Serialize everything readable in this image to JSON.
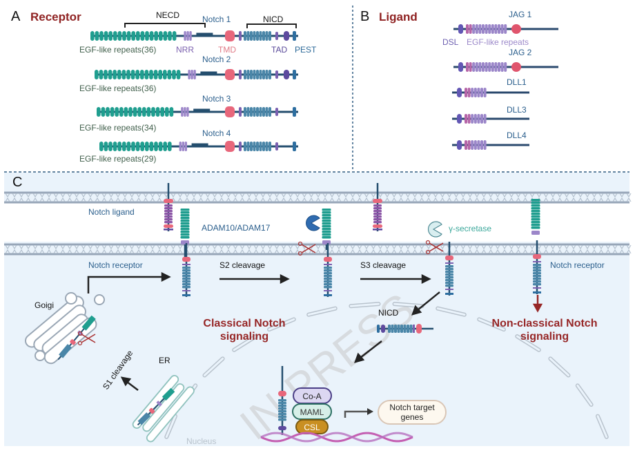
{
  "panels": {
    "A": {
      "letter": "A",
      "title": "Receptor",
      "necd_label": "NECD",
      "nicd_label": "NICD",
      "domain_labels": {
        "nrr": "NRR",
        "tmd": "TMD",
        "tad": "TAD",
        "pest": "PEST"
      },
      "receptors": [
        {
          "name": "Notch 1",
          "egf_label": "EGF-like repeats(36)",
          "has_tad": true
        },
        {
          "name": "Notch 2",
          "egf_label": "EGF-like repeats(36)",
          "has_tad": true
        },
        {
          "name": "Notch 3",
          "egf_label": "EGF-like repeats(34)",
          "has_tad": false
        },
        {
          "name": "Notch 4",
          "egf_label": "EGF-like repeats(29)",
          "has_tad": false
        }
      ]
    },
    "B": {
      "letter": "B",
      "title": "Ligand",
      "dsl_label": "DSL",
      "egf_label": "EGF-like repeats",
      "ligands": [
        {
          "name": "JAG 1",
          "has_cys": true
        },
        {
          "name": "JAG 2",
          "has_cys": true
        },
        {
          "name": "DLL1",
          "has_cys": false
        },
        {
          "name": "DLL3",
          "has_cys": false
        },
        {
          "name": "DLL4",
          "has_cys": false
        }
      ]
    },
    "C": {
      "letter": "C",
      "notch_ligand": "Notch ligand",
      "adam": "ADAM10/ADAM17",
      "gamma": "γ-secretase",
      "notch_receptor_left": "Notch receptor",
      "notch_receptor_right": "Notch receptor",
      "s2": "S2 cleavage",
      "s3": "S3 cleavage",
      "s1": "S1 cleavage",
      "golgi": "Goigi",
      "er": "ER",
      "nicd": "NICD",
      "classical_line1": "Classical Notch",
      "classical_line2": "signaling",
      "nonclassical_line1": "Non-classical Notch",
      "nonclassical_line2": "signaling",
      "nucleus": "Nucleus",
      "coa": "Co-A",
      "maml": "MAML",
      "csl": "CSL",
      "target_line1": "Notch target",
      "target_line2": "genes"
    }
  },
  "watermark": "IN PRESS",
  "colors": {
    "egf_teal": "#1f9e8f",
    "nrr_purple": "#9c86c9",
    "tmd_pink": "#e8677b",
    "nicd_blue": "#4a86a8",
    "tad_purple": "#5d4a9e",
    "pest_blue": "#2d6ea0",
    "backbone": "#244e6e",
    "title_red": "#8f2222",
    "panel_bg": "#eaf3fb"
  }
}
